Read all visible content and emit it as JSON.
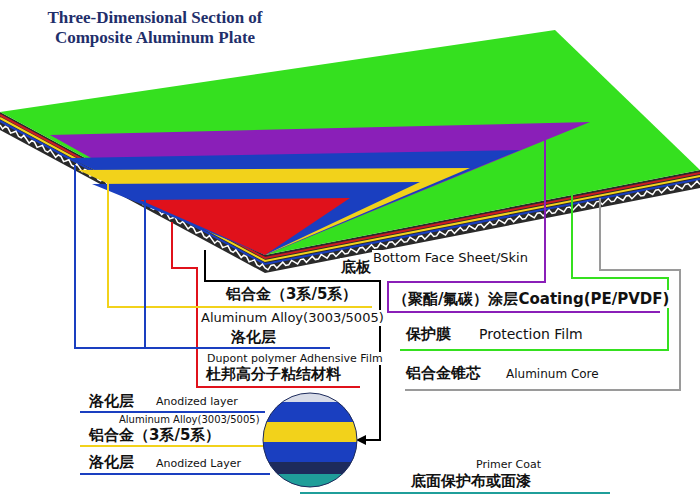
{
  "diagram": {
    "title": "Three-Dimensional Section of Composite Aluminum Plate",
    "labels": [
      "Bottom Face Sheet/Skin",
      "底板",
      "铝合金（3系/5系）",
      "（聚酯/氟碳）涂层Coating(PE/PVDF)",
      "Aluminum Alloy(3003/5005)",
      "洛化层",
      "保护膜",
      "Protection Film",
      "Dupont polymer Adhensive Film",
      "杜邦高分子粘结材料",
      "铝合金锥芯",
      "Aluminum Core",
      "洛化层",
      "Anodized layer",
      "Aluminum Alloy(3003/5005)",
      "铝合金（3系/5系）",
      "洛化层",
      "Anodized Layer",
      "Primer Coat",
      "底面保护布或面漆"
    ]
  }
}
